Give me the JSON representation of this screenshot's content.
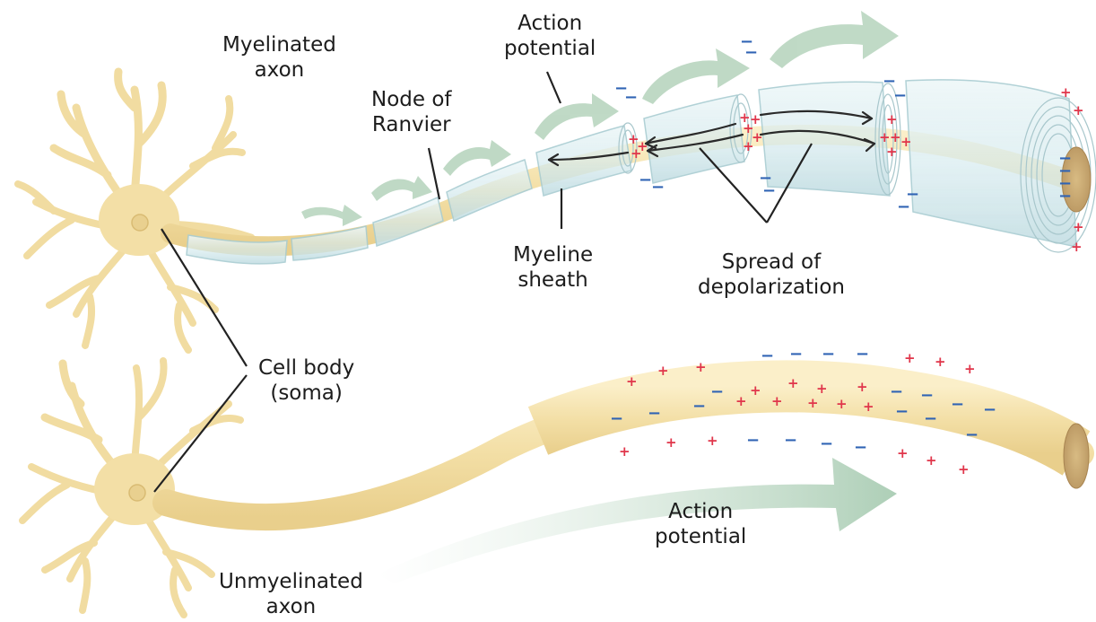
{
  "labels": {
    "myelinated_axon": [
      "Myelinated",
      "axon"
    ],
    "action_potential_top": [
      "Action",
      "potential"
    ],
    "node_of_ranvier": [
      "Node of",
      "Ranvier"
    ],
    "myeline_sheath": [
      "Myeline",
      "sheath"
    ],
    "spread_of_depolarization": [
      "Spread of",
      "depolarization"
    ],
    "cell_body": [
      "Cell body",
      "(soma)"
    ],
    "action_potential_bottom": [
      "Action",
      "potential"
    ],
    "unmyelinated_axon": [
      "Unmyelinated",
      "axon"
    ]
  },
  "colors": {
    "neuron": "#f3dfa6",
    "neuron_edge": "#e2c47e",
    "myelin": "#d6ecef",
    "myelin_edge": "#a9cdd2",
    "arrow": "#b5d3bc",
    "plus": "#e0364b",
    "minus": "#2f63b4",
    "leader": "#222222"
  },
  "charges": {
    "plus": "+",
    "minus": "−"
  }
}
